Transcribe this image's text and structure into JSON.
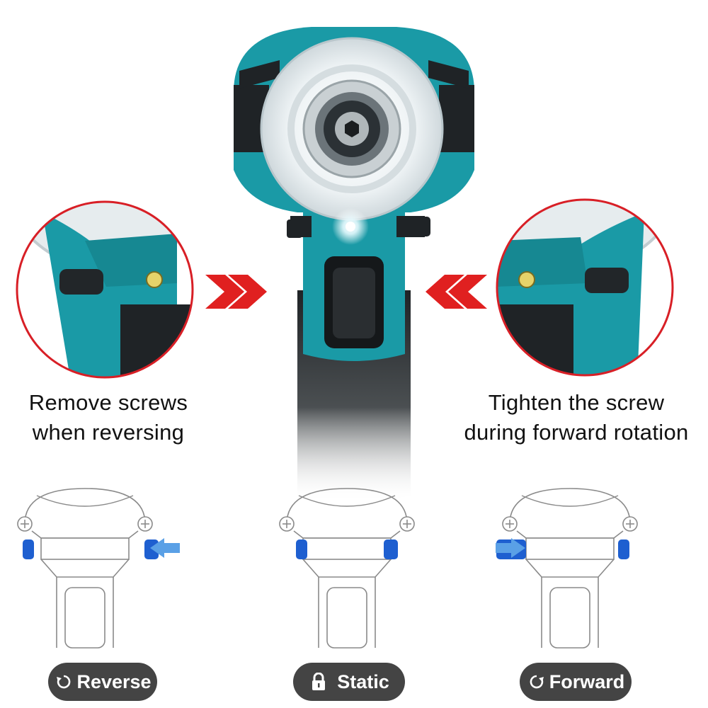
{
  "captions": {
    "left": {
      "line1": "Remove screws",
      "line2": "when reversing"
    },
    "right": {
      "line1": "Tighten the screw",
      "line2": "during forward rotation"
    }
  },
  "modes": [
    {
      "label": "Reverse",
      "icon": "rotate-counterclockwise-icon"
    },
    {
      "label": "Static",
      "icon": "lock-icon"
    },
    {
      "label": "Forward",
      "icon": "rotate-clockwise-icon"
    }
  ],
  "colors": {
    "tool_teal": "#1a9aa6",
    "tool_dark": "#1f2326",
    "callout_red": "#d81f26",
    "arrow_red": "#e02020",
    "switch_blue": "#1e5fd0",
    "push_arrow_blue": "#5aa0e6",
    "pill_bg": "#444444"
  }
}
